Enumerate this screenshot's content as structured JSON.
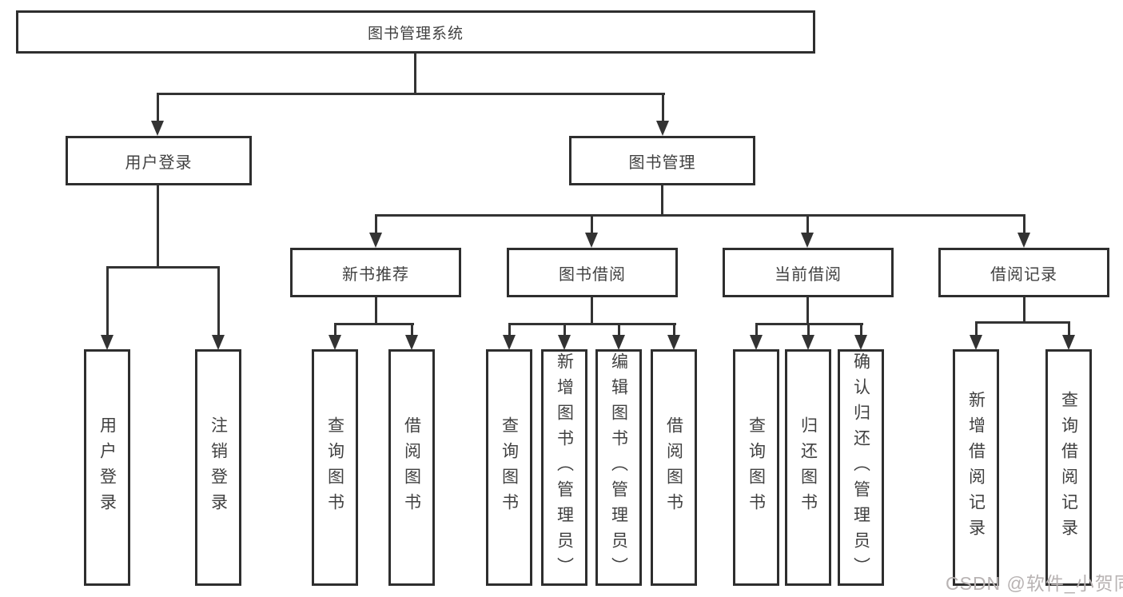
{
  "tree": {
    "label": "图书管理系统",
    "children": [
      {
        "label": "用户登录",
        "children": [
          {
            "label": "用户登录"
          },
          {
            "label": "注销登录"
          }
        ]
      },
      {
        "label": "图书管理",
        "children": [
          {
            "label": "新书推荐",
            "children": [
              {
                "label": "查询图书"
              },
              {
                "label": "借阅图书"
              }
            ]
          },
          {
            "label": "图书借阅",
            "children": [
              {
                "label": "查询图书"
              },
              {
                "label": "新增图书（管理员）"
              },
              {
                "label": "编辑图书（管理员）"
              },
              {
                "label": "借阅图书"
              }
            ]
          },
          {
            "label": "当前借阅",
            "children": [
              {
                "label": "查询图书"
              },
              {
                "label": "归还图书"
              },
              {
                "label": "确认归还（管理员）"
              }
            ]
          },
          {
            "label": "借阅记录",
            "children": [
              {
                "label": "新增借阅记录"
              },
              {
                "label": "查询借阅记录"
              }
            ]
          }
        ]
      }
    ]
  },
  "watermark": {
    "text": "CSDN @软件_小贺同学"
  },
  "colors": {
    "line": "#333333",
    "box_border": "#2e2e2e",
    "text": "#414141",
    "watermark": "#b8b3b3",
    "background": "#ffffff"
  }
}
